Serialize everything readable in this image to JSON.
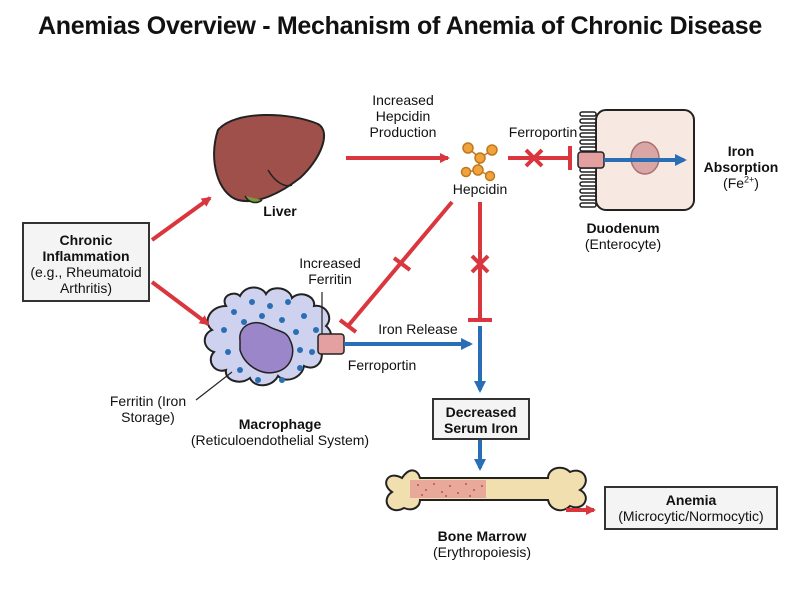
{
  "title": "Anemias Overview - Mechanism of Anemia of Chronic Disease",
  "chronic_inflammation": {
    "title": "Chronic Inflammation",
    "subtitle": "(e.g., Rheumatoid Arthritis)"
  },
  "liver": {
    "label": "Liver"
  },
  "hepcidin_production": {
    "label": "Increased Hepcidin Production"
  },
  "hepcidin": {
    "label": "Hepcidin"
  },
  "ferroportin_top": {
    "label": "Ferroportin"
  },
  "duodenum": {
    "title": "Duodenum",
    "subtitle": "(Enterocyte)"
  },
  "iron_absorption": {
    "title": "Iron Absorption",
    "formula_base": "(Fe",
    "formula_sup": "2+",
    "formula_end": ")"
  },
  "increased_ferritin": {
    "label": "Increased Ferritin"
  },
  "iron_release": {
    "label": "Iron Release"
  },
  "ferroportin_macrophage": {
    "label": "Ferroportin"
  },
  "ferritin_storage": {
    "label": "Ferritin (Iron Storage)"
  },
  "macrophage": {
    "title": "Macrophage",
    "subtitle": "(Reticuloendothelial System)"
  },
  "serum_iron": {
    "label": "Decreased Serum Iron"
  },
  "bone_marrow": {
    "title": "Bone Marrow",
    "subtitle": "(Erythropoiesis)"
  },
  "anemia": {
    "title": "Anemia",
    "subtitle": "(Microcytic/Normocytic)"
  },
  "colors": {
    "red_arrow": "#d9363e",
    "blue_arrow": "#2a6fb5",
    "liver": "#a0504a",
    "macrophage": "#cfd2ee",
    "nucleus": "#9a86c8",
    "bone": "#f1dfb0",
    "marrow": "#e8a99a",
    "hepcidin": "#f0a33a"
  }
}
